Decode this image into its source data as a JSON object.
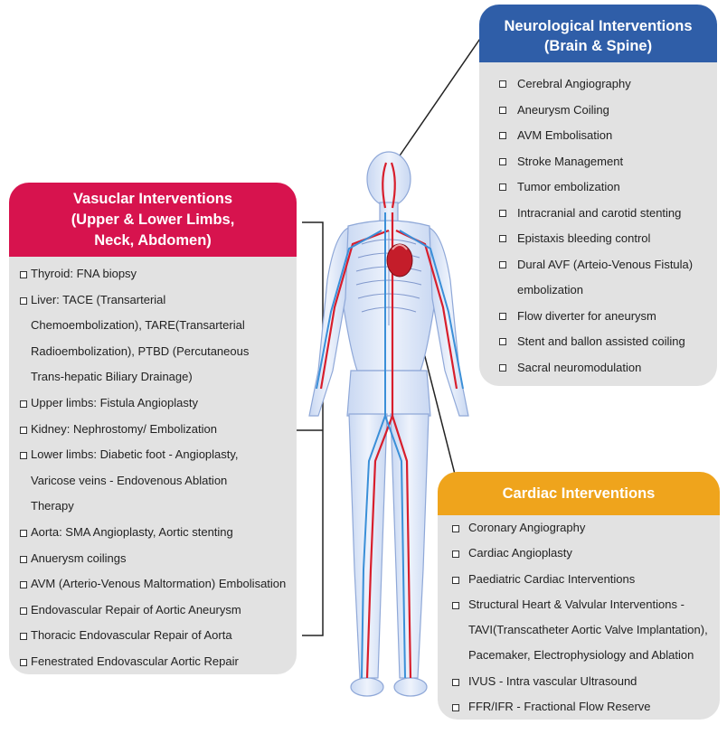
{
  "neurological": {
    "title_line1": "Neurological Interventions",
    "title_line2": "(Brain & Spine)",
    "items": [
      "Cerebral Angiography",
      "Aneurysm Coiling",
      "AVM Embolisation",
      "Stroke Management",
      "Tumor embolization",
      "Intracranial and carotid stenting",
      "Epistaxis bleeding control",
      "Dural AVF (Arteio-Venous Fistula) embolization",
      "Flow diverter for aneurysm",
      "Stent and ballon assisted coiling",
      "Sacral neuromodulation"
    ]
  },
  "vascular": {
    "title_line1": "Vasuclar Interventions",
    "title_line2": "(Upper & Lower Limbs,",
    "title_line3": "Neck, Abdomen)",
    "items": [
      "Thyroid: FNA biopsy",
      "Liver: TACE (Transarterial Chemoembolization), TARE(Transarterial Radioembolization), PTBD (Percutaneous Trans-hepatic Biliary Drainage)",
      "Upper limbs: Fistula Angioplasty",
      "Kidney: Nephrostomy/ Embolization",
      "Lower limbs: Diabetic foot - Angioplasty, Varicose veins - Endovenous Ablation Therapy",
      "Aorta: SMA Angioplasty, Aortic stenting",
      "Anuerysm coilings",
      "AVM (Arterio-Venous Maltormation) Embolisation",
      "Endovascular Repair of Aortic Aneurysm",
      "Thoracic Endovascular Repair of Aorta",
      "Fenestrated Endovascular Aortic Repair"
    ]
  },
  "cardiac": {
    "title": "Cardiac Interventions",
    "items": [
      "Coronary Angiography",
      "Cardiac Angioplasty",
      "Paediatric Cardiac Interventions",
      "Structural Heart & Valvular Interventions - TAVI(Transcatheter Aortic Valve Implantation), Pacemaker, Electrophysiology and Ablation",
      "IVUS - Intra vascular Ultrasound",
      "FFR/IFR - Fractional Flow Reserve"
    ]
  },
  "colors": {
    "neurological": "#2f5ea8",
    "vascular": "#d7134e",
    "cardiac": "#efa41c",
    "panel_body": "#e2e2e2"
  }
}
